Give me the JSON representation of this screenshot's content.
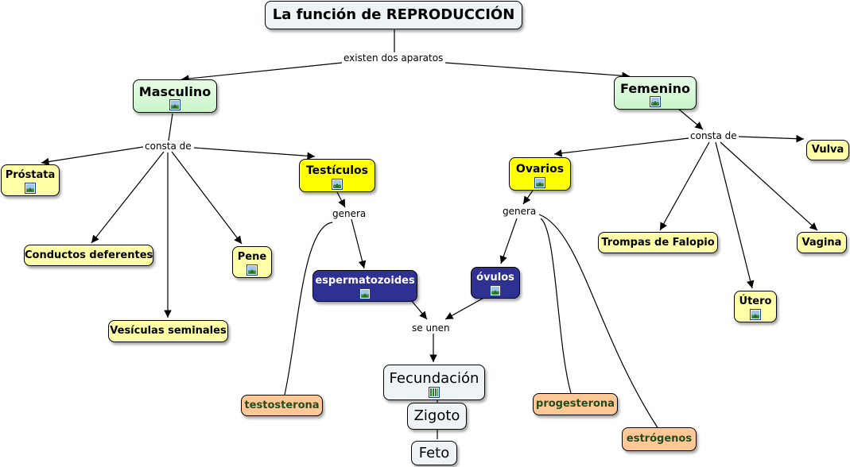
{
  "title": "La función de REPRODUCCIÓN",
  "linking_phrases": {
    "existen": "existen dos aparatos",
    "consta_masc": "consta de",
    "consta_fem": "consta de",
    "genera_test": "genera",
    "genera_ov": "genera",
    "se_unen": "se unen"
  },
  "concepts": {
    "masculino": "Masculino",
    "femenino": "Femenino",
    "prostata": "Próstata",
    "testiculos": "Testículos",
    "conductos": "Conductos deferentes",
    "pene": "Pene",
    "vesiculas": "Vesículas seminales",
    "ovarios": "Ovarios",
    "vulva": "Vulva",
    "trompas": "Trompas de Falopio",
    "vagina": "Vagina",
    "utero": "Útero",
    "espermatozoides": "espermatozoides",
    "ovulos": "óvulos",
    "fecundacion": "Fecundación",
    "zigoto": "Zigoto",
    "feto": "Feto",
    "testosterona": "testosterona",
    "progesterona": "progesterona",
    "estrogenos": "estrógenos"
  },
  "icons": {
    "image": "image-icon",
    "film": "film-icon"
  },
  "colors": {
    "green": "#c9f5c9",
    "yellow": "#ffffa8",
    "bright_yellow": "#ffff00",
    "navy": "#2e3192",
    "peach": "#ffc896",
    "plain": "#eef3f6"
  }
}
